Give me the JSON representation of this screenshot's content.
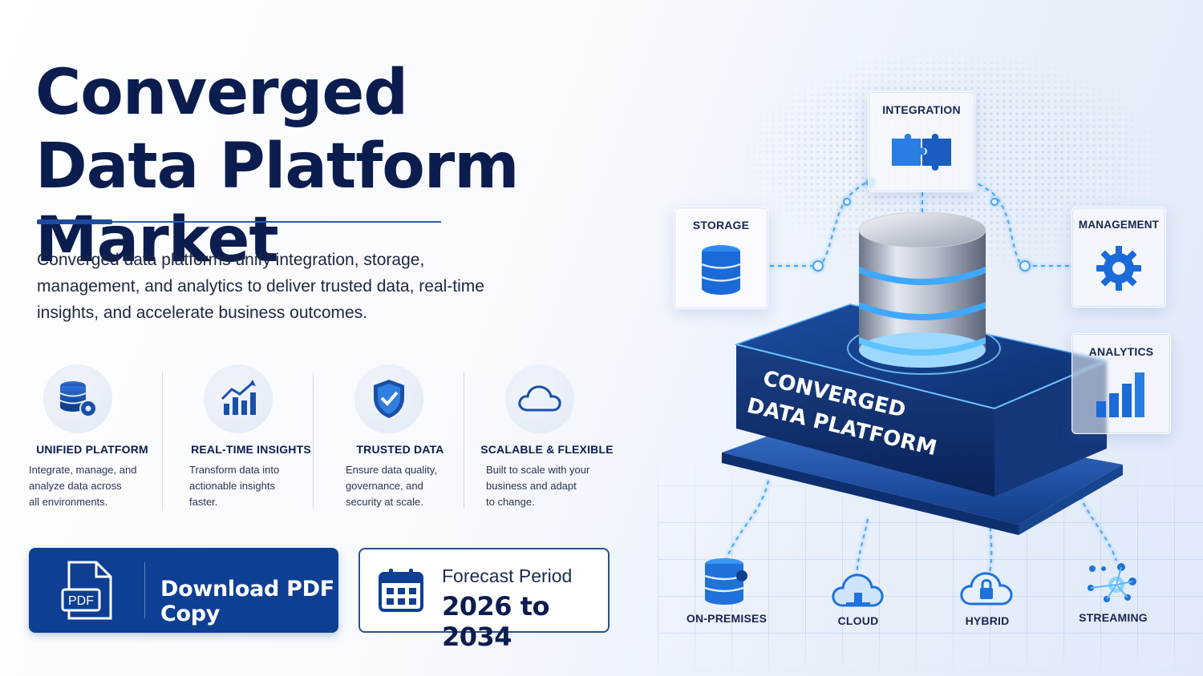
{
  "hero": {
    "title_line1": "Converged",
    "title_line2": "Data Platform Market",
    "intro": "Converged data platforms unify integration, storage, management, and analytics to deliver trusted data, real-time insights, and accelerate business outcomes."
  },
  "features": [
    {
      "title": "UNIFIED PLATFORM",
      "desc": [
        "Integrate, manage, and",
        "analyze data across",
        "all environments."
      ],
      "icon": "database-gear-icon"
    },
    {
      "title": "REAL-TIME INSIGHTS",
      "desc": [
        "Transform data into",
        "actionable insights",
        "faster."
      ],
      "icon": "chart-trend-icon"
    },
    {
      "title": "TRUSTED DATA",
      "desc": [
        "Ensure data quality,",
        "governance, and",
        "security at scale."
      ],
      "icon": "shield-check-icon"
    },
    {
      "title": "SCALABLE & FLEXIBLE",
      "desc": [
        "Built to scale with your",
        "business and adapt",
        "to change."
      ],
      "icon": "cloud-icon"
    }
  ],
  "cta": {
    "download_label": "Download PDF Copy",
    "pdf_badge": "PDF",
    "forecast_label": "Forecast Period",
    "forecast_value": "2026 to 2034"
  },
  "diagram": {
    "platform_label_line1": "CONVERGED",
    "platform_label_line2": "DATA PLATFORM",
    "cards": {
      "integration": "INTEGRATION",
      "storage": "STORAGE",
      "management": "MANAGEMENT",
      "analytics": "ANALYTICS"
    },
    "sources": [
      "ON-PREMISES",
      "CLOUD",
      "HYBRID",
      "STREAMING"
    ]
  },
  "colors": {
    "navy": "#0b1d4f",
    "brand_blue": "#0e3f93",
    "accent_blue": "#2a7de1",
    "glow": "#5ab8ff"
  }
}
